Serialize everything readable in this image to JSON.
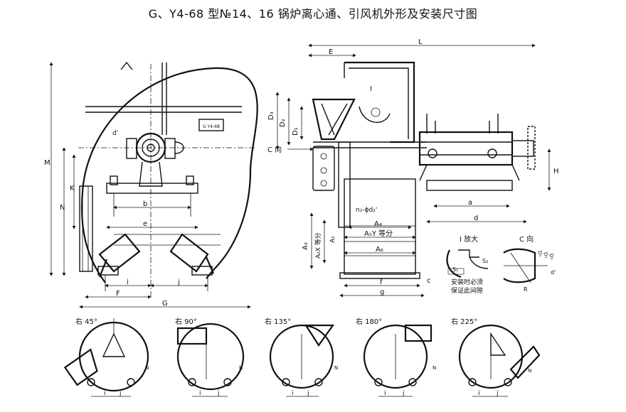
{
  "title": "G、Y4-68 型№14、16 锅炉离心通、引风机外形及安装尺寸图",
  "front_view": {
    "dims": {
      "M": "M",
      "N": "N",
      "K": "K",
      "b": "b",
      "e": "e",
      "i": "i",
      "j": "j",
      "F": "F",
      "G": "G",
      "d_prime": "d'"
    },
    "nameplate": "G Y4-68"
  },
  "side_view": {
    "dims": {
      "L": "L",
      "E": "E",
      "D3": "D₃",
      "D2": "D₂",
      "D1": "D₁",
      "C_arrow": "C 向",
      "n2": "n₂-ϕd₂'",
      "A4": "A₄",
      "A5": "A₅Y 等分",
      "A6": "A₆",
      "A2": "A₂X 等分",
      "A1": "A₁",
      "A3": "A₃",
      "f": "f",
      "g": "g",
      "c": "c",
      "a": "a",
      "d": "d",
      "H": "H",
      "I_label": "I"
    }
  },
  "detail_I": {
    "heading": "Ⅰ 放大",
    "labels": {
      "S1": "S₁",
      "S2": "S₂"
    },
    "note_line1": "安装时必须",
    "note_line2": "保证此间隙"
  },
  "detail_C": {
    "heading": "C 向",
    "labels": {
      "d_prime": "d'",
      "D1": "D₁",
      "D2": "D₂",
      "D3": "D₃",
      "R": "R"
    }
  },
  "variants": [
    {
      "label": "右 45°"
    },
    {
      "label": "右 90°"
    },
    {
      "label": "右 135°"
    },
    {
      "label": "右 180°"
    },
    {
      "label": "右 225°"
    }
  ],
  "variant_dims": {
    "i": "i",
    "j": "j",
    "N": "N"
  }
}
